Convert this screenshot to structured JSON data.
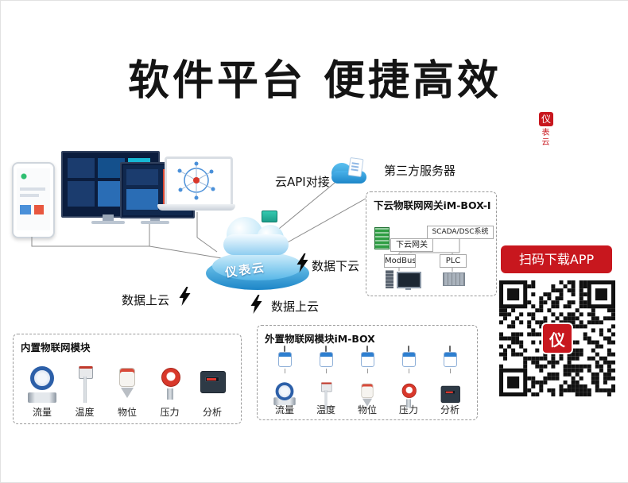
{
  "title": "软件平台 便捷高效",
  "brand": {
    "mark": "仪",
    "text": "表云"
  },
  "cloud": {
    "label": "仪表云"
  },
  "labels": {
    "api": "云API对接",
    "third_party": "第三方服务器",
    "data_down": "数据下云",
    "data_up_left": "数据上云",
    "data_up_right": "数据上云"
  },
  "gateway": {
    "title": "下云物联网网关iM-BOX-I",
    "gateway_label": "下云网关",
    "scada_label": "SCADA/DSC系统",
    "modbus_label": "ModBus",
    "plc_label": "PLC"
  },
  "builtin": {
    "title": "内置物联网模块",
    "items": [
      "流量",
      "温度",
      "物位",
      "压力",
      "分析"
    ]
  },
  "external": {
    "title": "外置物联网模块iM-BOX",
    "items": [
      "流量",
      "温度",
      "物位",
      "压力",
      "分析"
    ]
  },
  "download": {
    "button": "扫码下载APP"
  },
  "qr": {
    "logo": "仪"
  },
  "colors": {
    "accent_red": "#c8171e",
    "cloud_blue": "#2b9fe0"
  }
}
